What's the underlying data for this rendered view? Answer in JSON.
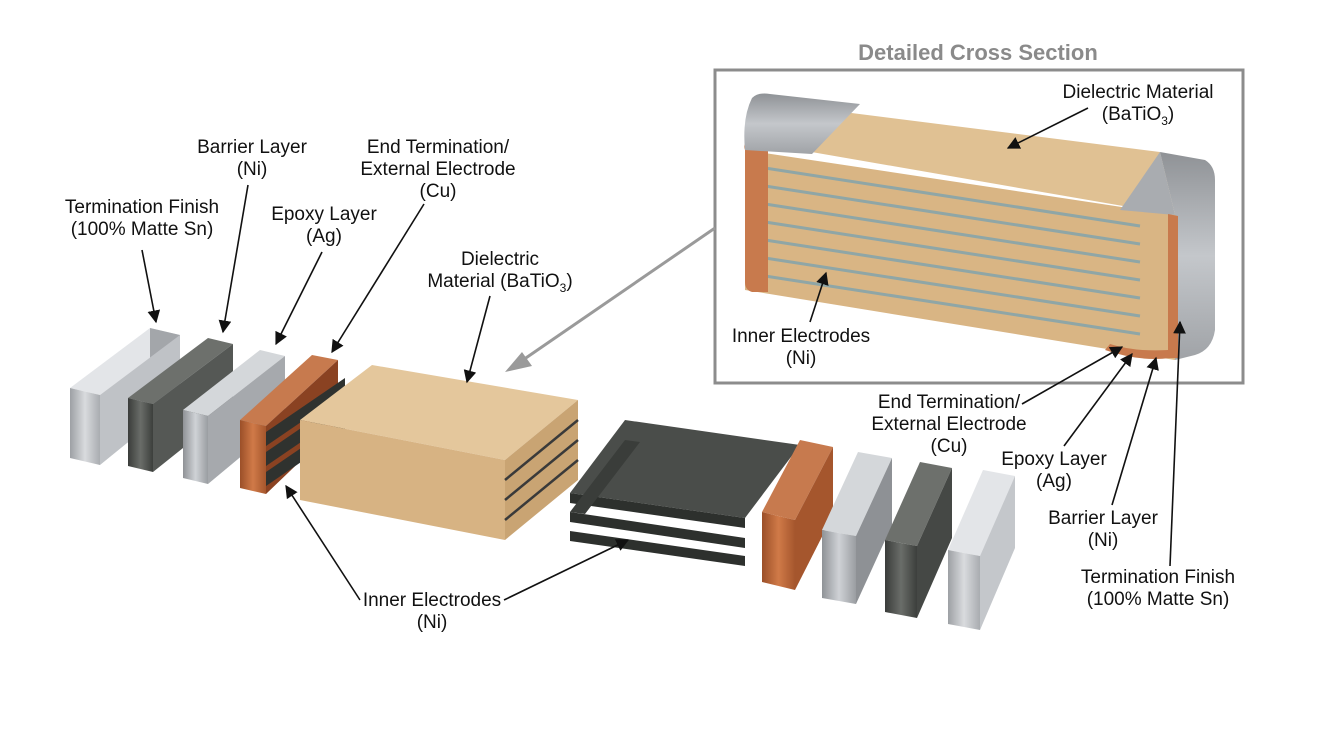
{
  "title": "Detailed Cross Section",
  "exploded_labels": {
    "termination_finish": {
      "line1": "Termination Finish",
      "line2": "(100% Matte Sn)"
    },
    "barrier_layer": {
      "line1": "Barrier Layer",
      "line2": "(Ni)"
    },
    "epoxy_layer": {
      "line1": "Epoxy Layer",
      "line2": "(Ag)"
    },
    "end_termination": {
      "line1": "End Termination/",
      "line2": "External Electrode",
      "line3": "(Cu)"
    },
    "dielectric": {
      "line1": "Dielectric",
      "line2_prefix": "Material (BaTiO",
      "line2_sub": "3",
      "line2_suffix": ")"
    },
    "inner_electrodes": {
      "line1": "Inner Electrodes",
      "line2": "(Ni)"
    }
  },
  "detail_labels": {
    "dielectric": {
      "line1": "Dielectric Material",
      "line2_prefix": "(BaTiO",
      "line2_sub": "3",
      "line2_suffix": ")"
    },
    "inner_electrodes": {
      "line1": "Inner Electrodes",
      "line2": "(Ni)"
    },
    "end_termination": {
      "line1": "End Termination/",
      "line2": "External Electrode",
      "line3": "(Cu)"
    },
    "epoxy_layer": {
      "line1": "Epoxy Layer",
      "line2": "(Ag)"
    },
    "barrier_layer": {
      "line1": "Barrier Layer",
      "line2": "(Ni)"
    },
    "termination_finish": {
      "line1": "Termination Finish",
      "line2": "(100% Matte Sn)"
    }
  },
  "colors": {
    "dielectric": "#d8b384",
    "copper": "#b8643a",
    "nickel": "#4b4e4b",
    "silver": "#c9ccd0",
    "tin": "#b9bcc0",
    "electrode_line": "#8fa6a6",
    "frame": "#8c8c8c"
  }
}
